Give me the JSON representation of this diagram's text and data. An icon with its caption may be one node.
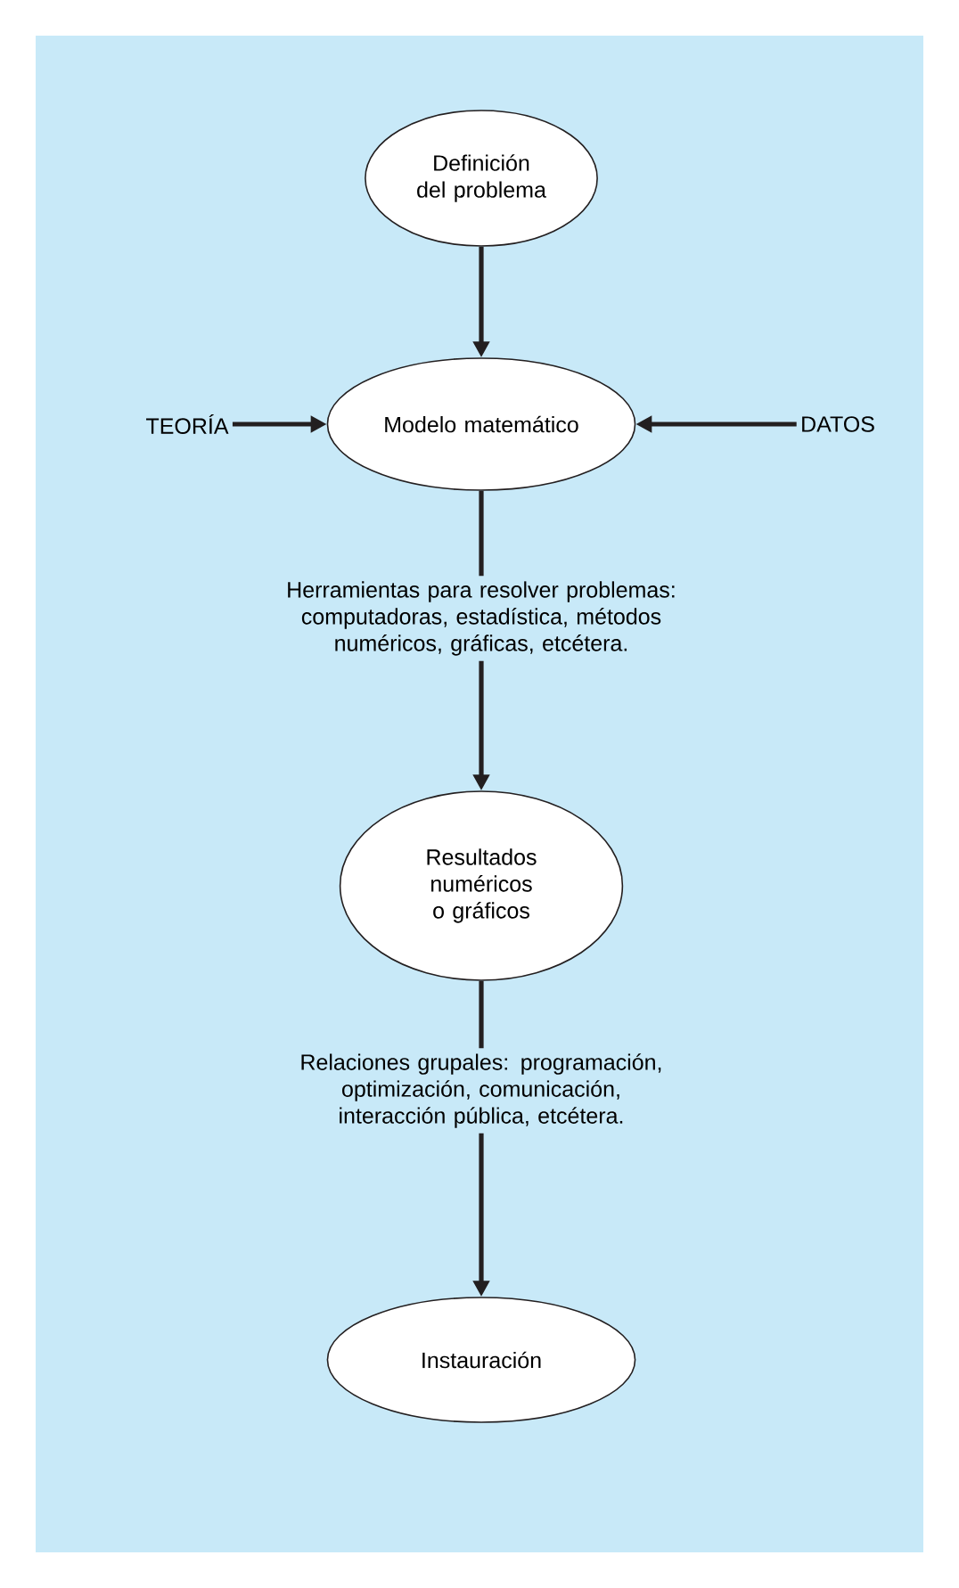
{
  "diagram": {
    "nodes": [
      {
        "text": [
          "Definición del problema"
        ]
      },
      {
        "text": [
          "Modelo matemático"
        ]
      },
      {
        "text": [
          "TEORÍA"
        ]
      },
      {
        "text": [
          "DATOS"
        ]
      },
      {
        "text": [
          "Resultados numéricos o gráficos"
        ]
      },
      {
        "text": [
          "Instauración"
        ]
      }
    ],
    "edges": [
      {
        "from": 0,
        "to": 1,
        "arrow": "to"
      },
      {
        "from": 2,
        "to": 1,
        "arrow": "to"
      },
      {
        "from": 3,
        "to": 1,
        "arrow": "to"
      },
      {
        "from": 1,
        "to": 4,
        "arrow": "to",
        "label": "Herramientas para resolver problemas: computadoras, estadística, métodos numéricos, gráficas, etcétera."
      },
      {
        "from": 4,
        "to": 5,
        "arrow": "to",
        "label": "Relaciones grupales: programación, optimización, comunicación, interacción pública, etcétera."
      }
    ]
  }
}
